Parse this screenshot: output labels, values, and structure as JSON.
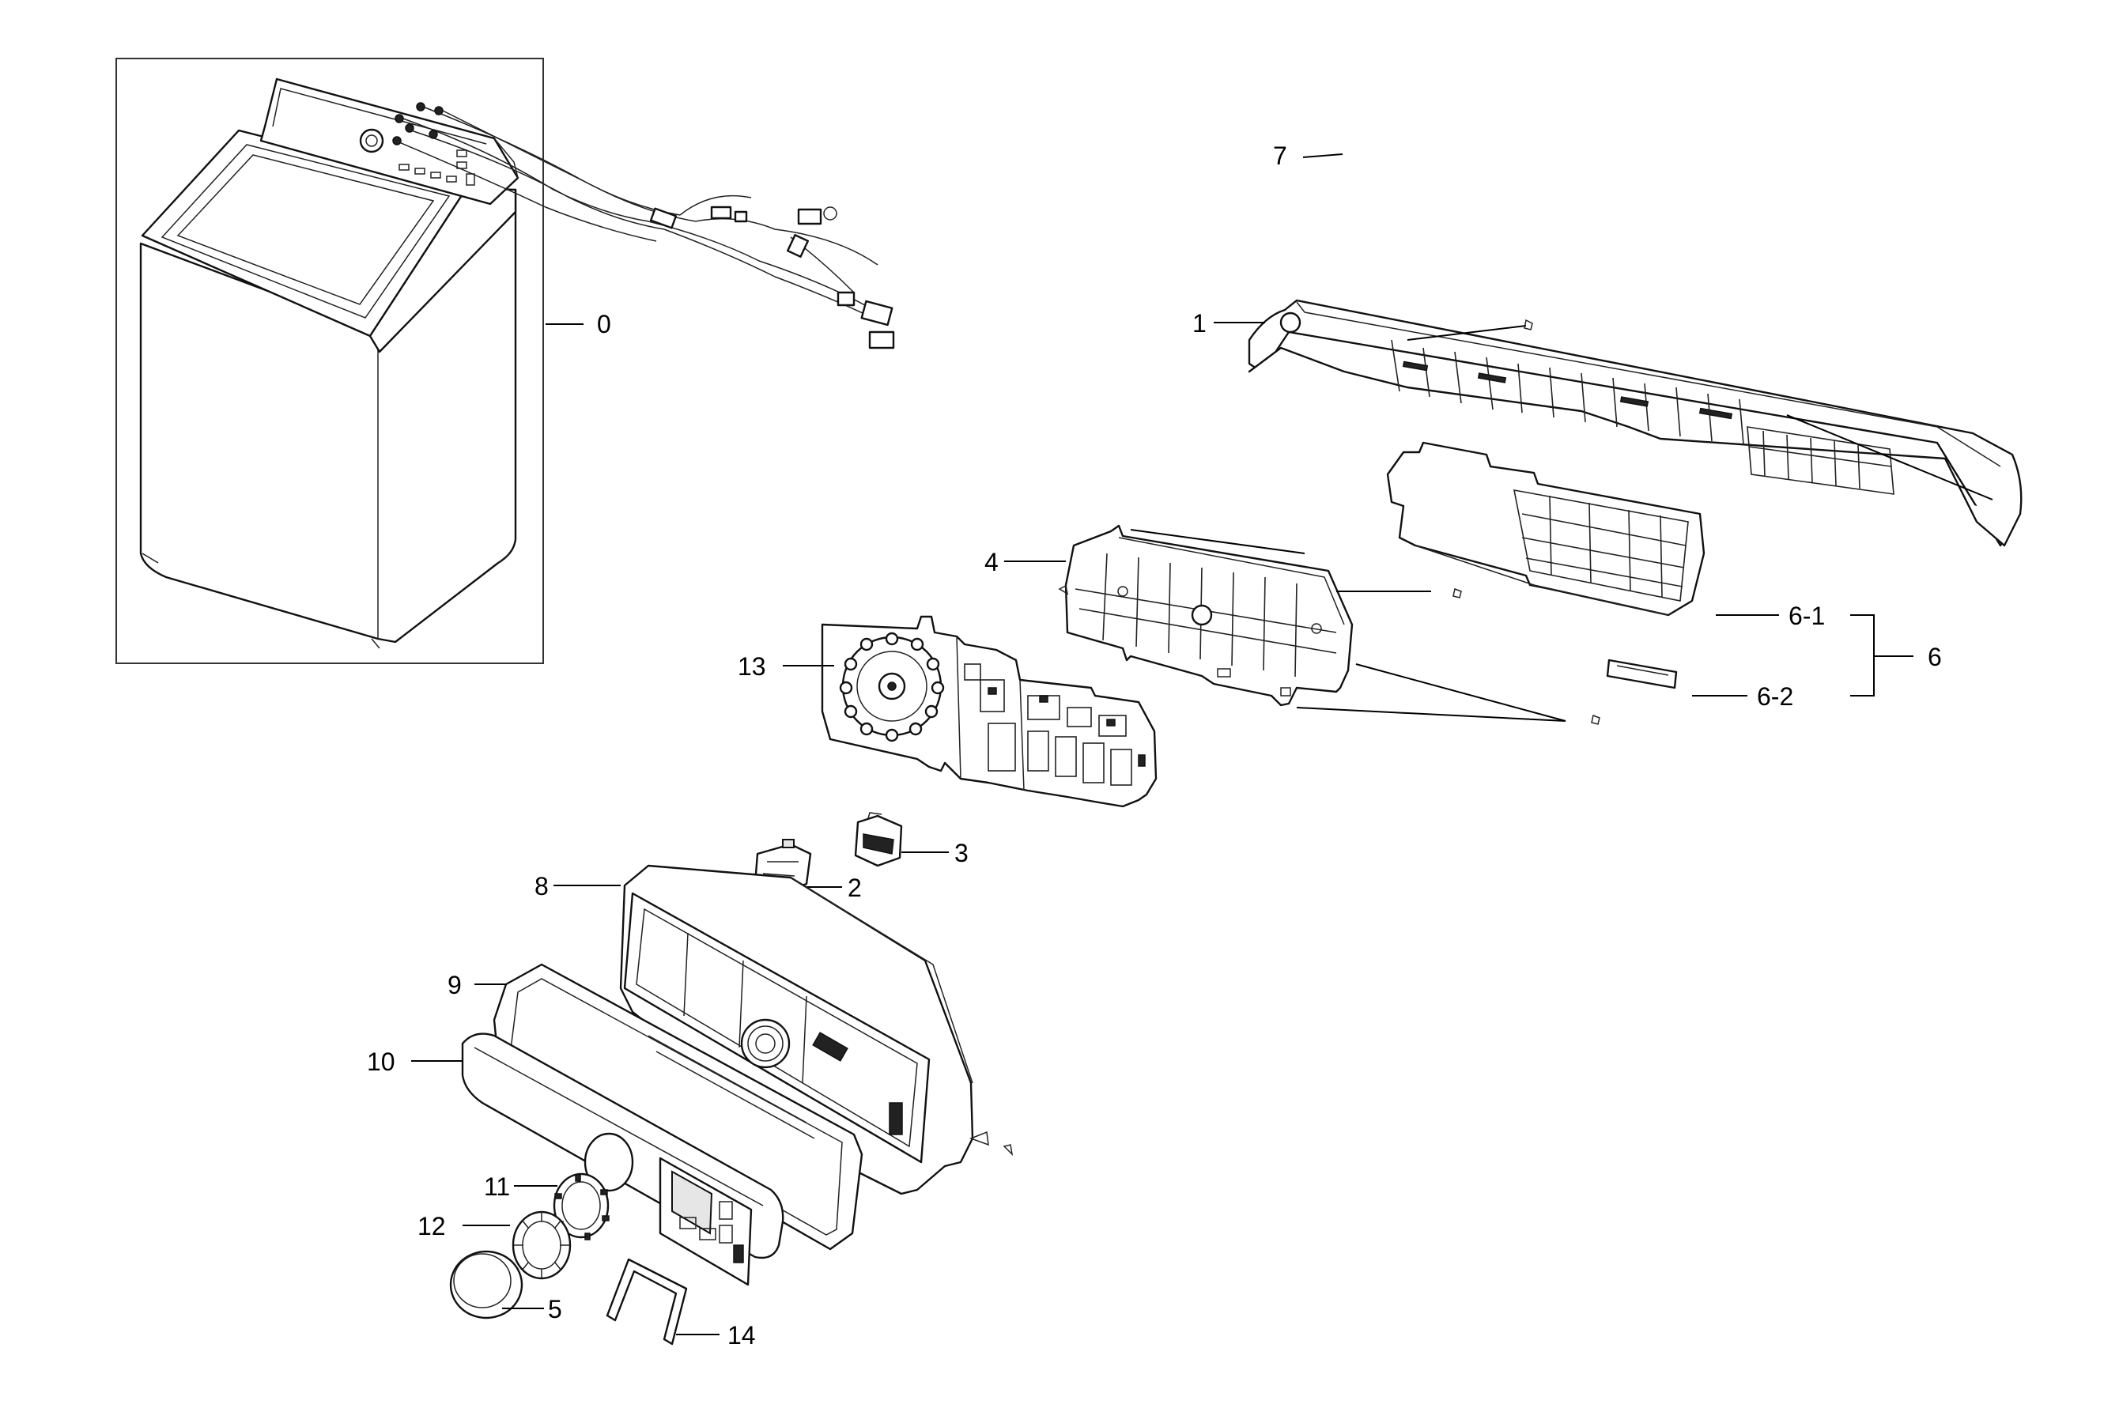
{
  "callouts": {
    "c0": "0",
    "c1": "1",
    "c2": "2",
    "c3": "3",
    "c4": "4",
    "c5": "5",
    "c6": "6",
    "c6_1": "6-1",
    "c6_2": "6-2",
    "c7": "7",
    "c8": "8",
    "c9": "9",
    "c10": "10",
    "c11": "11",
    "c12": "12",
    "c13": "13",
    "c14": "14"
  }
}
